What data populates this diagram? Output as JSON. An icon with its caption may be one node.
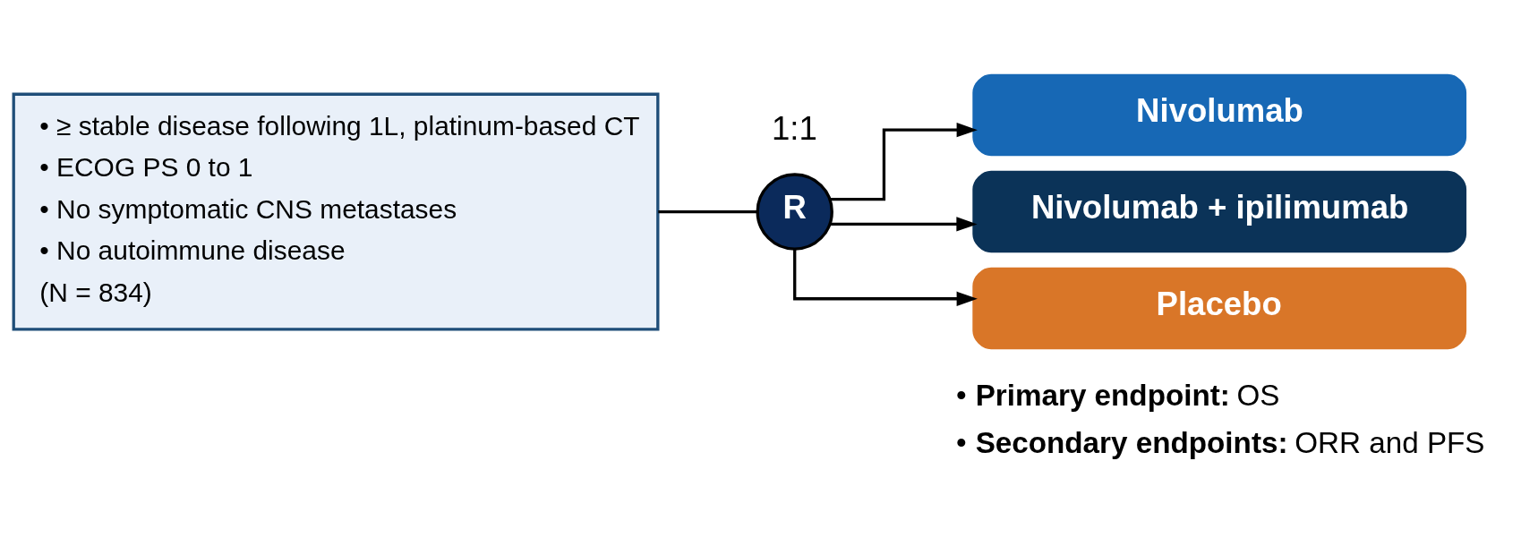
{
  "diagram": {
    "nodes": [
      {
        "text": [
          "• ≥ stable disease following 1L, platinum-based CT",
          "• ECOG PS 0 to 1",
          "• No symptomatic CNS metastases",
          "• No autoimmune disease",
          "(N = 834)"
        ]
      },
      {
        "text": [
          "R"
        ],
        "beside": [
          "1:1"
        ]
      },
      {
        "text": [
          "Nivolumab"
        ]
      },
      {
        "text": [
          "Nivolumab + ipilimumab"
        ]
      },
      {
        "text": [
          "Placebo"
        ]
      }
    ],
    "edges": [
      {
        "from": 0,
        "to": 1,
        "arrow": "none"
      },
      {
        "from": 1,
        "to": 2,
        "arrow": "to"
      },
      {
        "from": 1,
        "to": 3,
        "arrow": "to"
      },
      {
        "from": 1,
        "to": 4,
        "arrow": "to"
      }
    ],
    "labels": [
      "• **Primary endpoint:** OS",
      "• **Secondary endpoints:** ORR and PFS"
    ]
  }
}
